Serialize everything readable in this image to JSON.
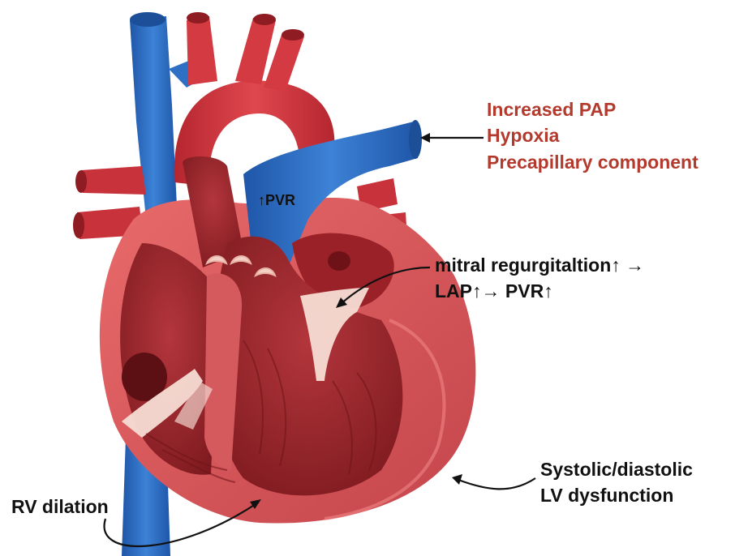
{
  "labels": {
    "pressure": [
      "Increased PAP",
      "Hypoxia",
      "Precapillary component"
    ],
    "pvr": "↑PVR",
    "mitral": [
      "mitral regurgitaltion↑ →",
      "LAP↑→ PVR↑"
    ],
    "systolic": [
      "Systolic/diastolic",
      "LV dysfunction"
    ],
    "rv": "RV dilation"
  },
  "colors": {
    "vein_blue": "#2f6fc4",
    "artery_red": "#d2383f",
    "muscle_red": "#c94a4a",
    "chamber_dark": "#8e1f24",
    "label_red": "#b53a2e",
    "label_black": "#111111"
  }
}
